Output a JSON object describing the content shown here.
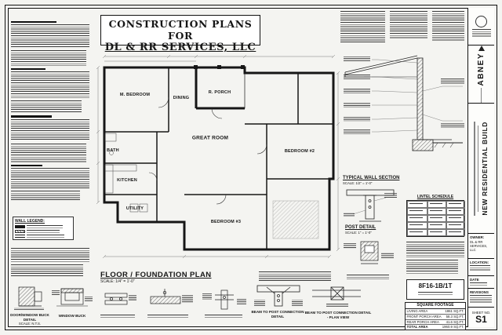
{
  "header": {
    "title_line1": "CONSTRUCTION PLANS FOR",
    "title_line2": "DL & RR SERVICES, LLC"
  },
  "plan": {
    "title": "FLOOR / FOUNDATION PLAN",
    "scale": "SCALE: 1/4\" = 1'-0\"",
    "wall_legend_title": "WALL LEGEND:",
    "rooms": {
      "m_bedroom": "M. BEDROOM",
      "dining": "DINING",
      "r_porch": "R. PORCH",
      "great_room": "GREAT ROOM",
      "kitchen": "KITCHEN",
      "bath": "BATH",
      "utility": "UTILITY",
      "bedroom2": "BEDROOM #2",
      "bedroom3": "BEDROOM #3"
    }
  },
  "details": {
    "wall_section_title": "TYPICAL WALL SECTION",
    "wall_section_scale": "SCALE: 1/2\" = 1'-0\"",
    "post_detail_title": "POST DETAIL",
    "post_detail_scale": "SCALE: 1\" = 1'-0\"",
    "lintel_schedule_title": "LINTEL SCHEDULE",
    "door_buck_title": "DOOR/WINDOW BUCK DETAIL",
    "door_buck_scale": "SCALE: N.T.S.",
    "window_buck_title": "WINDOW BUCK",
    "beam_post_title": "BEAM TO POST CONNECTION DETAIL",
    "beam_post_plan_title": "BEAM TO POST CONNECTION DETAIL - PLAN VIEW",
    "designator": "8F16-1B/1T"
  },
  "square_footage": {
    "title": "SQUARE FOOTAGE",
    "rows": [
      {
        "label": "LIVING AREA",
        "value": "1861 SQ.FT."
      },
      {
        "label": "FRONT PORCH AREA",
        "value": "58.3 SQ.FT."
      },
      {
        "label": "REAR PORCH AREA",
        "value": "41.6 SQ.FT."
      },
      {
        "label": "TOTAL AREA",
        "value": "1960.9 SQ.FT."
      }
    ]
  },
  "title_block": {
    "firm": "ABNEY",
    "project": "NEW RESIDENTIAL BUILD",
    "owner_label": "OWNER:",
    "owner_name": "DL & RR SERVICES, LLC",
    "location_label": "LOCATION:",
    "date_label": "DATE",
    "revisions_label": "REVISIONS",
    "sheet_no_label": "SHEET NO.",
    "sheet_no": "S1"
  }
}
